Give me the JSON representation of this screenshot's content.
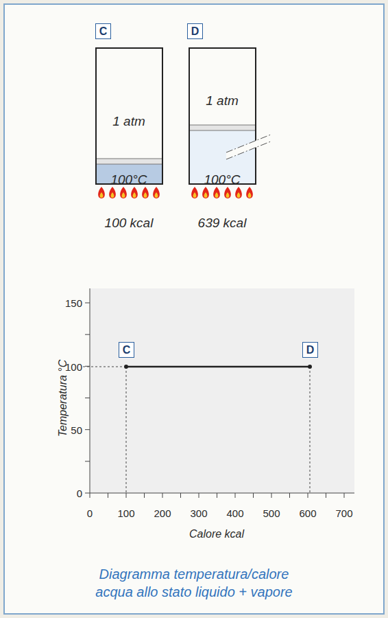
{
  "diagram": {
    "caption": "Diagramma temperatura/calore acqua allo stato liquido + vapore",
    "nodes": [
      {
        "text": [
          "C"
        ]
      },
      {
        "text": [
          "D"
        ]
      },
      {
        "text": [
          "1 atm",
          "100°C",
          "100 kcal"
        ]
      },
      {
        "text": [
          "1 atm",
          "100°C",
          "639 kcal"
        ]
      },
      {
        "text": [
          "C"
        ]
      },
      {
        "text": [
          "D"
        ]
      }
    ],
    "labels": [
      "150",
      "100",
      "50",
      "0",
      "0",
      "100",
      "200",
      "300",
      "400",
      "500",
      "600",
      "700",
      "Temperatura °C",
      "Calore kcal"
    ]
  }
}
